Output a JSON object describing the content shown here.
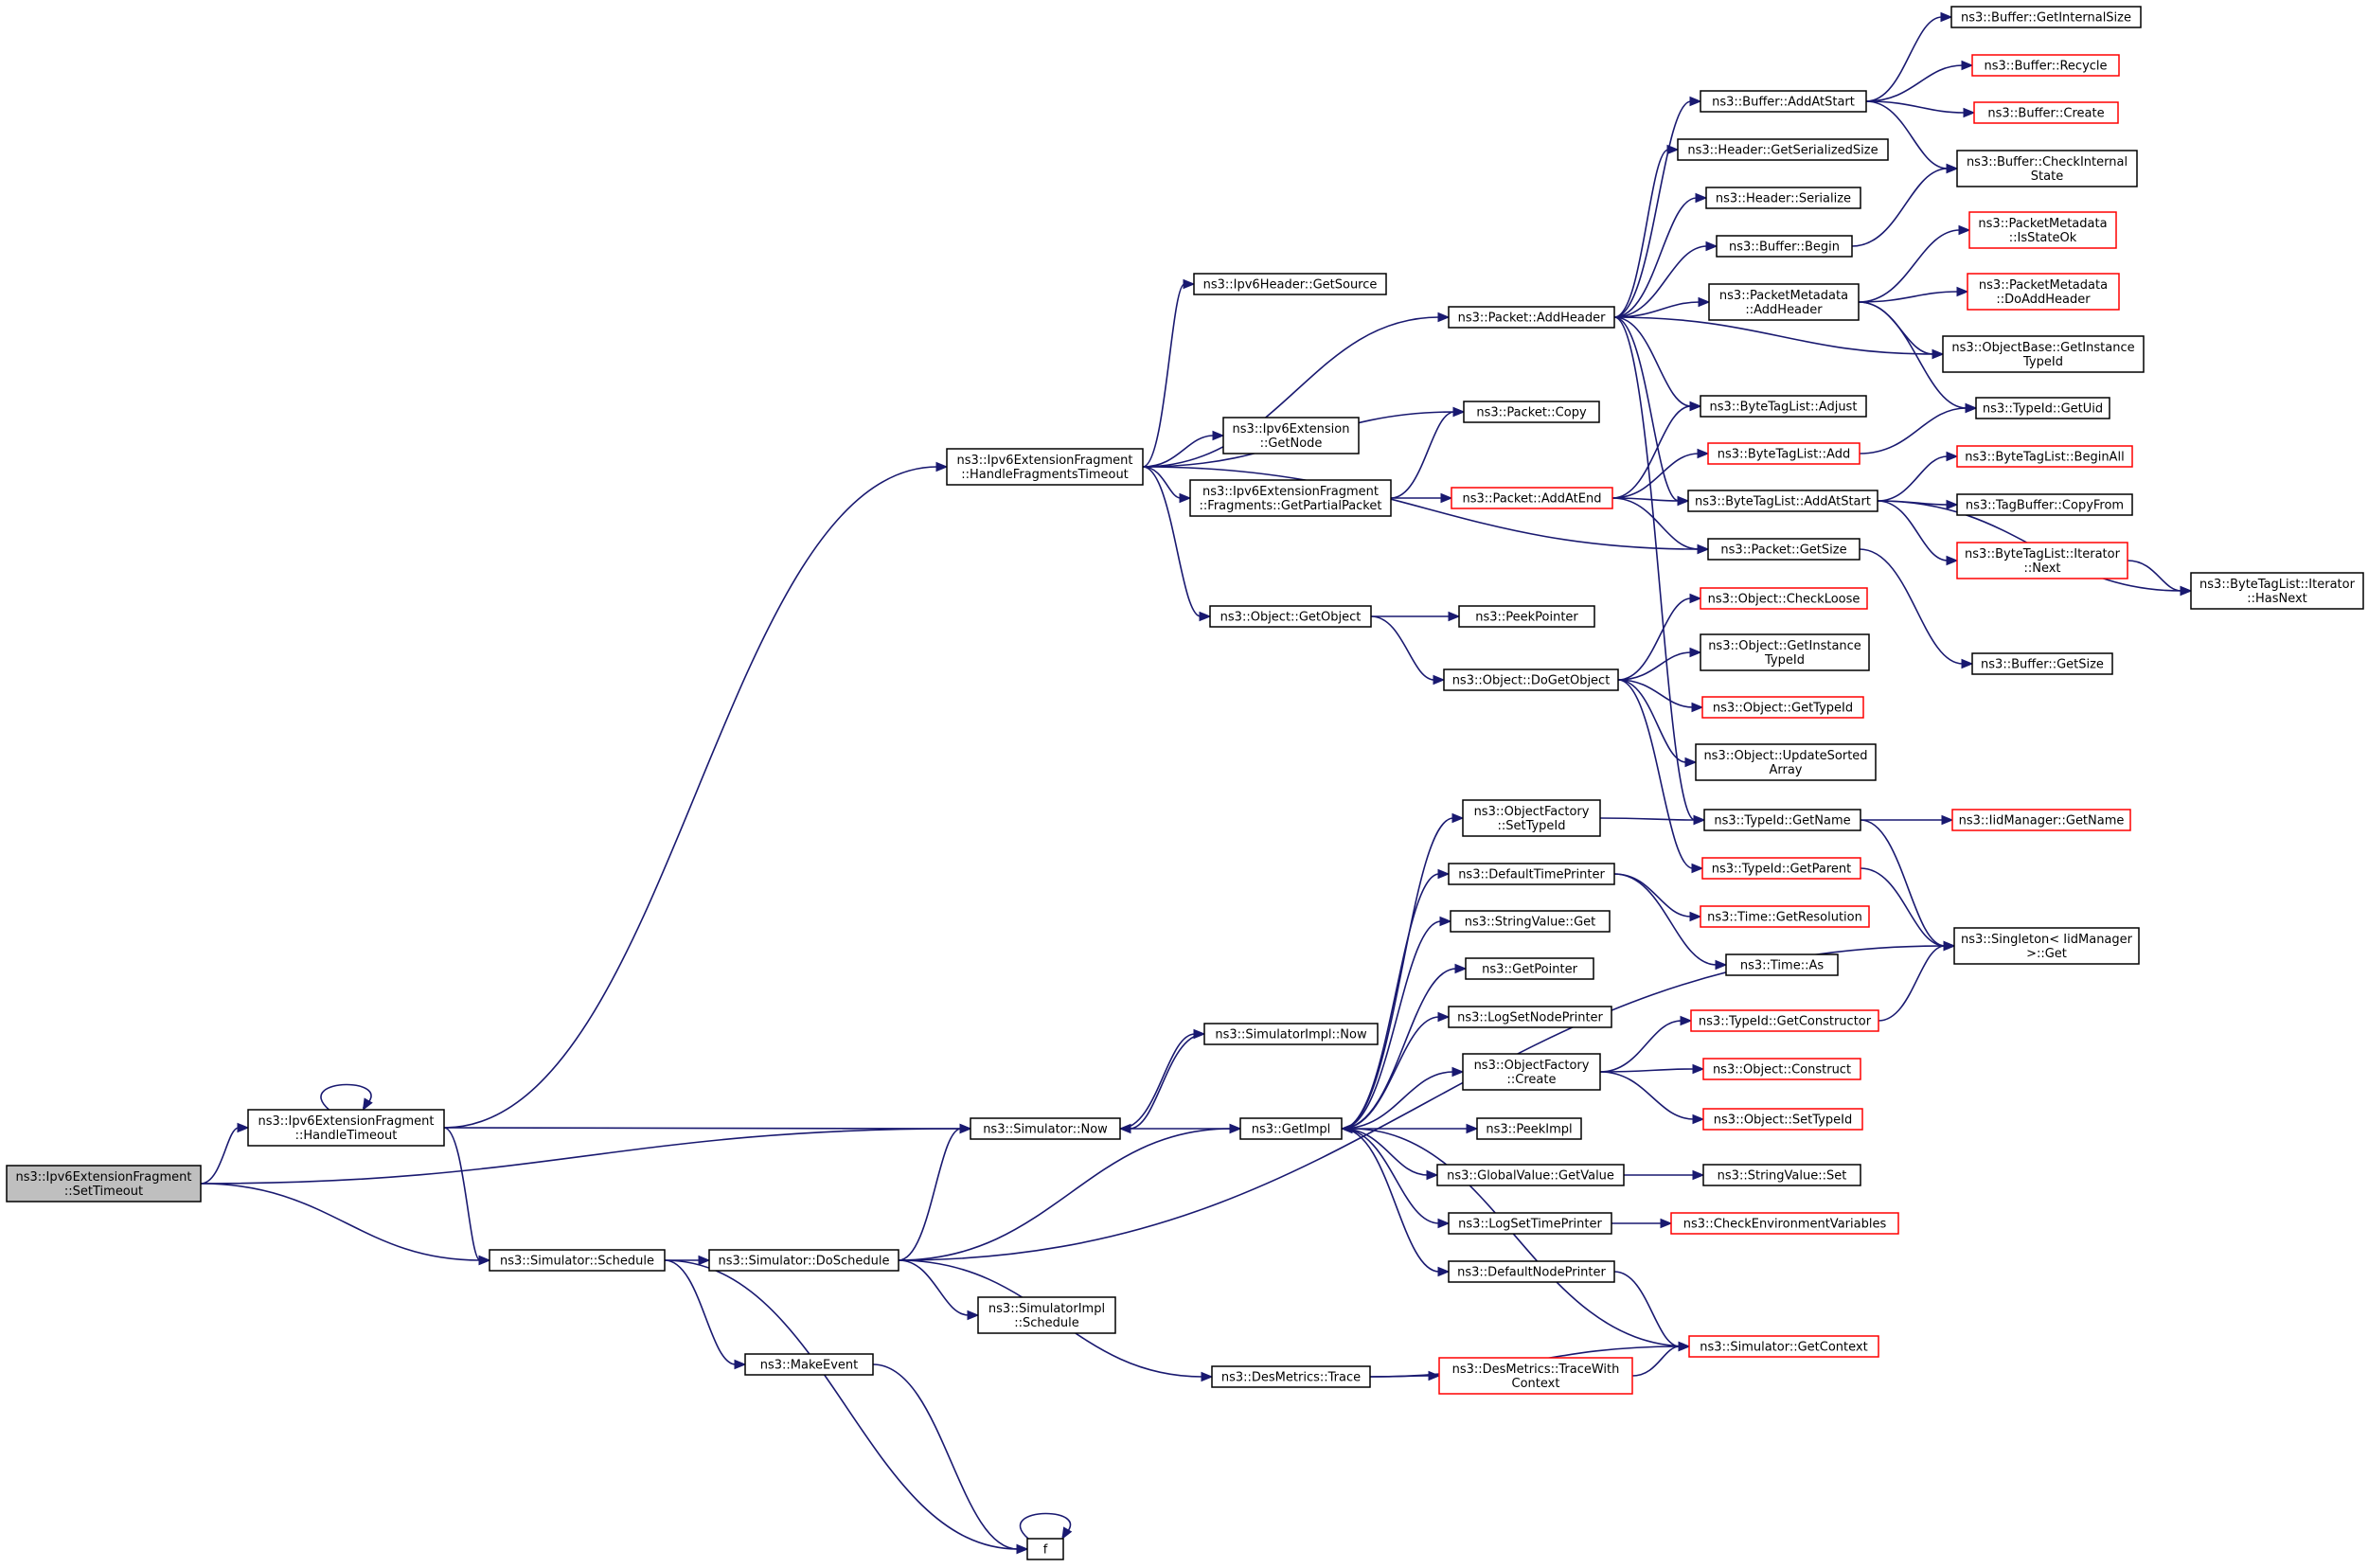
{
  "colors": {
    "edge": "#191970",
    "border": "#000000",
    "partial": "#ff0000",
    "root_fill": "#bfbfbf",
    "background": "#ffffff"
  },
  "nodes": [
    {
      "id": "root",
      "label": [
        "ns3::Ipv6ExtensionFragment",
        "::SetTimeout"
      ],
      "root": true
    },
    {
      "id": "handleTimeout",
      "label": [
        "ns3::Ipv6ExtensionFragment",
        "::HandleTimeout"
      ]
    },
    {
      "id": "handleFrag",
      "label": [
        "ns3::Ipv6ExtensionFragment",
        "::HandleFragmentsTimeout"
      ]
    },
    {
      "id": "ipv6GetSource",
      "label": [
        "ns3::Ipv6Header::GetSource"
      ]
    },
    {
      "id": "ipv6ExtGetNode",
      "label": [
        "ns3::Ipv6Extension",
        "::GetNode"
      ]
    },
    {
      "id": "getPartial",
      "label": [
        "ns3::Ipv6ExtensionFragment",
        "::Fragments::GetPartialPacket"
      ]
    },
    {
      "id": "objGetObject",
      "label": [
        "ns3::Object::GetObject"
      ]
    },
    {
      "id": "peekPointer",
      "label": [
        "ns3::PeekPointer"
      ]
    },
    {
      "id": "objDoGetObject",
      "label": [
        "ns3::Object::DoGetObject"
      ]
    },
    {
      "id": "pktAddHeader",
      "label": [
        "ns3::Packet::AddHeader"
      ]
    },
    {
      "id": "pktCopy",
      "label": [
        "ns3::Packet::Copy"
      ]
    },
    {
      "id": "pktAddAtEnd",
      "label": [
        "ns3::Packet::AddAtEnd"
      ],
      "red": true
    },
    {
      "id": "bufAddAtStart",
      "label": [
        "ns3::Buffer::AddAtStart"
      ]
    },
    {
      "id": "hdrGetSerSize",
      "label": [
        "ns3::Header::GetSerializedSize"
      ]
    },
    {
      "id": "hdrSerialize",
      "label": [
        "ns3::Header::Serialize"
      ]
    },
    {
      "id": "bufBegin",
      "label": [
        "ns3::Buffer::Begin"
      ]
    },
    {
      "id": "pmAddHeader",
      "label": [
        "ns3::PacketMetadata",
        "::AddHeader"
      ]
    },
    {
      "id": "btlAdjust",
      "label": [
        "ns3::ByteTagList::Adjust"
      ]
    },
    {
      "id": "btlAdd",
      "label": [
        "ns3::ByteTagList::Add"
      ],
      "red": true
    },
    {
      "id": "btlAddAtStart",
      "label": [
        "ns3::ByteTagList::AddAtStart"
      ]
    },
    {
      "id": "pktGetSize",
      "label": [
        "ns3::Packet::GetSize"
      ]
    },
    {
      "id": "bufGetInternalSize",
      "label": [
        "ns3::Buffer::GetInternalSize"
      ]
    },
    {
      "id": "bufRecycle",
      "label": [
        "ns3::Buffer::Recycle"
      ],
      "red": true
    },
    {
      "id": "bufCreate",
      "label": [
        "ns3::Buffer::Create"
      ],
      "red": true
    },
    {
      "id": "bufCheckInternal",
      "label": [
        "ns3::Buffer::CheckInternal",
        "State"
      ]
    },
    {
      "id": "pmIsStateOk",
      "label": [
        "ns3::PacketMetadata",
        "::IsStateOk"
      ],
      "red": true
    },
    {
      "id": "pmDoAddHeader",
      "label": [
        "ns3::PacketMetadata",
        "::DoAddHeader"
      ],
      "red": true
    },
    {
      "id": "objBaseGetInstTid",
      "label": [
        "ns3::ObjectBase::GetInstance",
        "TypeId"
      ]
    },
    {
      "id": "tidGetUid",
      "label": [
        "ns3::TypeId::GetUid"
      ]
    },
    {
      "id": "btlBeginAll",
      "label": [
        "ns3::ByteTagList::BeginAll"
      ],
      "red": true
    },
    {
      "id": "tagBufCopyFrom",
      "label": [
        "ns3::TagBuffer::CopyFrom"
      ]
    },
    {
      "id": "btlIterNext",
      "label": [
        "ns3::ByteTagList::Iterator",
        "::Next"
      ],
      "red": true
    },
    {
      "id": "btlIterHasNext",
      "label": [
        "ns3::ByteTagList::Iterator",
        "::HasNext"
      ]
    },
    {
      "id": "bufGetSize",
      "label": [
        "ns3::Buffer::GetSize"
      ]
    },
    {
      "id": "objCheckLoose",
      "label": [
        "ns3::Object::CheckLoose"
      ],
      "red": true
    },
    {
      "id": "objGetInstTid",
      "label": [
        "ns3::Object::GetInstance",
        "TypeId"
      ]
    },
    {
      "id": "objGetTypeId",
      "label": [
        "ns3::Object::GetTypeId"
      ],
      "red": true
    },
    {
      "id": "objUpdateSorted",
      "label": [
        "ns3::Object::UpdateSorted",
        "Array"
      ]
    },
    {
      "id": "tidGetName",
      "label": [
        "ns3::TypeId::GetName"
      ]
    },
    {
      "id": "iidGetName",
      "label": [
        "ns3::IidManager::GetName"
      ],
      "red": true
    },
    {
      "id": "tidGetParent",
      "label": [
        "ns3::TypeId::GetParent"
      ],
      "red": true
    },
    {
      "id": "singletonGet",
      "label": [
        "ns3::Singleton< IidManager",
        ">::Get"
      ]
    },
    {
      "id": "ofSetTypeId",
      "label": [
        "ns3::ObjectFactory",
        "::SetTypeId"
      ]
    },
    {
      "id": "defTimePrinter",
      "label": [
        "ns3::DefaultTimePrinter"
      ]
    },
    {
      "id": "timeGetRes",
      "label": [
        "ns3::Time::GetResolution"
      ],
      "red": true
    },
    {
      "id": "timeAs",
      "label": [
        "ns3::Time::As"
      ]
    },
    {
      "id": "strValGet",
      "label": [
        "ns3::StringValue::Get"
      ]
    },
    {
      "id": "getPointer",
      "label": [
        "ns3::GetPointer"
      ]
    },
    {
      "id": "logSetNodePrinter",
      "label": [
        "ns3::LogSetNodePrinter"
      ]
    },
    {
      "id": "ofCreate",
      "label": [
        "ns3::ObjectFactory",
        "::Create"
      ]
    },
    {
      "id": "tidGetCtor",
      "label": [
        "ns3::TypeId::GetConstructor"
      ],
      "red": true
    },
    {
      "id": "objConstruct",
      "label": [
        "ns3::Object::Construct"
      ],
      "red": true
    },
    {
      "id": "objSetTypeId",
      "label": [
        "ns3::Object::SetTypeId"
      ],
      "red": true
    },
    {
      "id": "peekImpl",
      "label": [
        "ns3::PeekImpl"
      ]
    },
    {
      "id": "gvGetValue",
      "label": [
        "ns3::GlobalValue::GetValue"
      ]
    },
    {
      "id": "strValSet",
      "label": [
        "ns3::StringValue::Set"
      ]
    },
    {
      "id": "logSetTimePrinter",
      "label": [
        "ns3::LogSetTimePrinter"
      ]
    },
    {
      "id": "checkEnvVars",
      "label": [
        "ns3::CheckEnvironmentVariables"
      ],
      "red": true
    },
    {
      "id": "defNodePrinter",
      "label": [
        "ns3::DefaultNodePrinter"
      ]
    },
    {
      "id": "simGetContext",
      "label": [
        "ns3::Simulator::GetContext"
      ],
      "red": true
    },
    {
      "id": "simImplNow",
      "label": [
        "ns3::SimulatorImpl::Now"
      ]
    },
    {
      "id": "simNow",
      "label": [
        "ns3::Simulator::Now"
      ]
    },
    {
      "id": "getImpl",
      "label": [
        "ns3::GetImpl"
      ]
    },
    {
      "id": "simSchedule",
      "label": [
        "ns3::Simulator::Schedule"
      ]
    },
    {
      "id": "simDoSchedule",
      "label": [
        "ns3::Simulator::DoSchedule"
      ]
    },
    {
      "id": "simImplSchedule",
      "label": [
        "ns3::SimulatorImpl",
        "::Schedule"
      ]
    },
    {
      "id": "desTrace",
      "label": [
        "ns3::DesMetrics::Trace"
      ]
    },
    {
      "id": "desTraceWithCtx",
      "label": [
        "ns3::DesMetrics::TraceWith",
        "Context"
      ],
      "red": true
    },
    {
      "id": "makeEvent",
      "label": [
        "ns3::MakeEvent"
      ]
    },
    {
      "id": "f",
      "label": [
        "f"
      ]
    }
  ],
  "edges": [
    [
      "root",
      "handleTimeout"
    ],
    [
      "root",
      "simNow"
    ],
    [
      "root",
      "simSchedule"
    ],
    [
      "handleTimeout",
      "handleTimeout"
    ],
    [
      "handleTimeout",
      "handleFrag"
    ],
    [
      "handleTimeout",
      "simNow"
    ],
    [
      "handleTimeout",
      "simSchedule"
    ],
    [
      "handleFrag",
      "ipv6GetSource"
    ],
    [
      "handleFrag",
      "pktAddHeader"
    ],
    [
      "handleFrag",
      "pktCopy"
    ],
    [
      "handleFrag",
      "ipv6ExtGetNode"
    ],
    [
      "handleFrag",
      "getPartial"
    ],
    [
      "handleFrag",
      "pktGetSize"
    ],
    [
      "handleFrag",
      "objGetObject"
    ],
    [
      "getPartial",
      "pktCopy"
    ],
    [
      "getPartial",
      "pktAddAtEnd"
    ],
    [
      "objGetObject",
      "peekPointer"
    ],
    [
      "objGetObject",
      "objDoGetObject"
    ],
    [
      "pktAddHeader",
      "bufAddAtStart"
    ],
    [
      "pktAddHeader",
      "hdrGetSerSize"
    ],
    [
      "pktAddHeader",
      "hdrSerialize"
    ],
    [
      "pktAddHeader",
      "bufBegin"
    ],
    [
      "pktAddHeader",
      "pmAddHeader"
    ],
    [
      "pktAddHeader",
      "objBaseGetInstTid"
    ],
    [
      "pktAddHeader",
      "btlAdjust"
    ],
    [
      "pktAddHeader",
      "btlAddAtStart"
    ],
    [
      "pktAddHeader",
      "tidGetName"
    ],
    [
      "pktAddAtEnd",
      "btlAdjust"
    ],
    [
      "pktAddAtEnd",
      "btlAdd"
    ],
    [
      "pktAddAtEnd",
      "btlAddAtStart"
    ],
    [
      "pktAddAtEnd",
      "pktGetSize"
    ],
    [
      "bufAddAtStart",
      "bufGetInternalSize"
    ],
    [
      "bufAddAtStart",
      "bufRecycle"
    ],
    [
      "bufAddAtStart",
      "bufCreate"
    ],
    [
      "bufAddAtStart",
      "bufCheckInternal"
    ],
    [
      "bufBegin",
      "bufCheckInternal"
    ],
    [
      "pmAddHeader",
      "pmIsStateOk"
    ],
    [
      "pmAddHeader",
      "pmDoAddHeader"
    ],
    [
      "pmAddHeader",
      "objBaseGetInstTid"
    ],
    [
      "pmAddHeader",
      "tidGetUid"
    ],
    [
      "btlAdd",
      "tidGetUid"
    ],
    [
      "btlAddAtStart",
      "btlBeginAll"
    ],
    [
      "btlAddAtStart",
      "tagBufCopyFrom"
    ],
    [
      "btlAddAtStart",
      "btlIterNext"
    ],
    [
      "btlAddAtStart",
      "btlIterHasNext"
    ],
    [
      "btlIterNext",
      "btlIterHasNext"
    ],
    [
      "pktGetSize",
      "bufGetSize"
    ],
    [
      "objDoGetObject",
      "objCheckLoose"
    ],
    [
      "objDoGetObject",
      "objGetInstTid"
    ],
    [
      "objDoGetObject",
      "objGetTypeId"
    ],
    [
      "objDoGetObject",
      "objUpdateSorted"
    ],
    [
      "objDoGetObject",
      "tidGetParent"
    ],
    [
      "tidGetName",
      "iidGetName"
    ],
    [
      "tidGetName",
      "singletonGet"
    ],
    [
      "tidGetParent",
      "singletonGet"
    ],
    [
      "ofSetTypeId",
      "tidGetName"
    ],
    [
      "defTimePrinter",
      "timeGetRes"
    ],
    [
      "defTimePrinter",
      "timeAs"
    ],
    [
      "ofCreate",
      "tidGetCtor"
    ],
    [
      "ofCreate",
      "objConstruct"
    ],
    [
      "ofCreate",
      "objSetTypeId"
    ],
    [
      "tidGetCtor",
      "singletonGet"
    ],
    [
      "gvGetValue",
      "strValSet"
    ],
    [
      "logSetTimePrinter",
      "checkEnvVars"
    ],
    [
      "defNodePrinter",
      "simGetContext"
    ],
    [
      "simGetContext",
      "getImpl"
    ],
    [
      "simImplNow",
      "simNow"
    ],
    [
      "simNow",
      "simImplNow"
    ],
    [
      "simNow",
      "getImpl"
    ],
    [
      "getImpl",
      "ofSetTypeId"
    ],
    [
      "getImpl",
      "defTimePrinter"
    ],
    [
      "getImpl",
      "strValGet"
    ],
    [
      "getImpl",
      "getPointer"
    ],
    [
      "getImpl",
      "logSetNodePrinter"
    ],
    [
      "getImpl",
      "ofCreate"
    ],
    [
      "getImpl",
      "peekImpl"
    ],
    [
      "getImpl",
      "gvGetValue"
    ],
    [
      "getImpl",
      "logSetTimePrinter"
    ],
    [
      "getImpl",
      "defNodePrinter"
    ],
    [
      "simSchedule",
      "simDoSchedule"
    ],
    [
      "simSchedule",
      "makeEvent"
    ],
    [
      "simSchedule",
      "f"
    ],
    [
      "simDoSchedule",
      "simNow"
    ],
    [
      "simDoSchedule",
      "getImpl"
    ],
    [
      "simDoSchedule",
      "simImplSchedule"
    ],
    [
      "simDoSchedule",
      "desTrace"
    ],
    [
      "simDoSchedule",
      "singletonGet"
    ],
    [
      "desTrace",
      "desTraceWithCtx"
    ],
    [
      "desTrace",
      "simGetContext"
    ],
    [
      "desTraceWithCtx",
      "simGetContext"
    ],
    [
      "makeEvent",
      "f"
    ],
    [
      "f",
      "f"
    ]
  ]
}
